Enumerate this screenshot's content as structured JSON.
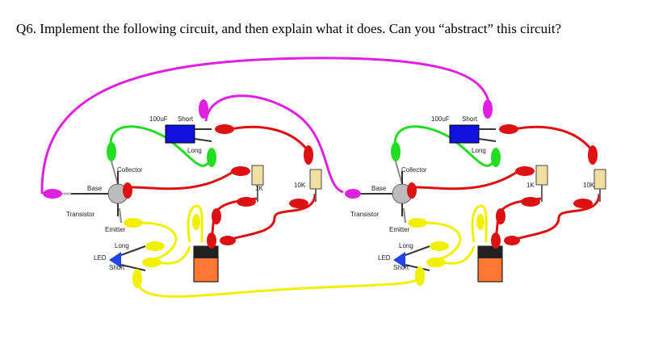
{
  "question": "Q6. Implement the following circuit, and then explain what it does. Can you “abstract” this circuit?",
  "circuits": [
    {
      "capacitor": "100uF",
      "cap_short": "Short",
      "cap_long": "Long",
      "collector": "Collector",
      "base": "Base",
      "transistor": "Transistor",
      "emitter": "Emitter",
      "led": "LED",
      "led_long": "Long",
      "led_short": "Short",
      "r1": "1K",
      "r2": "10K"
    },
    {
      "capacitor": "100uF",
      "cap_short": "Short",
      "cap_long": "Long",
      "collector": "Collector",
      "base": "Base",
      "transistor": "Transistor",
      "emitter": "Emitter",
      "led": "LED",
      "led_long": "Long",
      "led_short": "Short",
      "r1": "1K",
      "r2": "10K"
    }
  ],
  "colors": {
    "magenta": "#e020e0",
    "green": "#22dd22",
    "red": "#dd1111",
    "yellow": "#f0f000",
    "capacitor": "#1010e0",
    "battery": "#ff7733"
  }
}
